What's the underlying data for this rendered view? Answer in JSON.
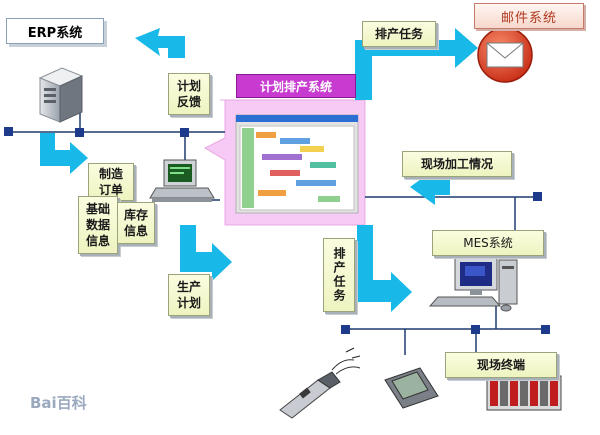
{
  "labels": {
    "erp": "ERP系统",
    "mail": "邮件系统",
    "plan_feedback": "计划\n反馈",
    "scheduling": "计划排产系统",
    "dispatch_task_top": "排产任务",
    "make_order": "制造\n订单",
    "base_data": "基础\n数据\n信息",
    "inventory": "库存\n信息",
    "field_processing": "现场加工情况",
    "mes": "MES系统",
    "dispatch_task_vertical": "排产任务",
    "prod_plan": "生产\n计划",
    "field_terminal": "现场终端"
  },
  "watermark": "Bai百科",
  "colors": {
    "arrow": "#18b9e8",
    "bus_line": "#1e3a6e",
    "bus_node": "#1e3a8a",
    "center_panel": "#f7c9f5",
    "center_title": "#c73bd0"
  },
  "icons": [
    "server-icon",
    "computer-terminal-icon",
    "mail-icon",
    "scheduling-screen-icon",
    "workstation-icon",
    "barcode-scanner-icon",
    "handheld-terminal-icon",
    "plc-rack-icon"
  ]
}
